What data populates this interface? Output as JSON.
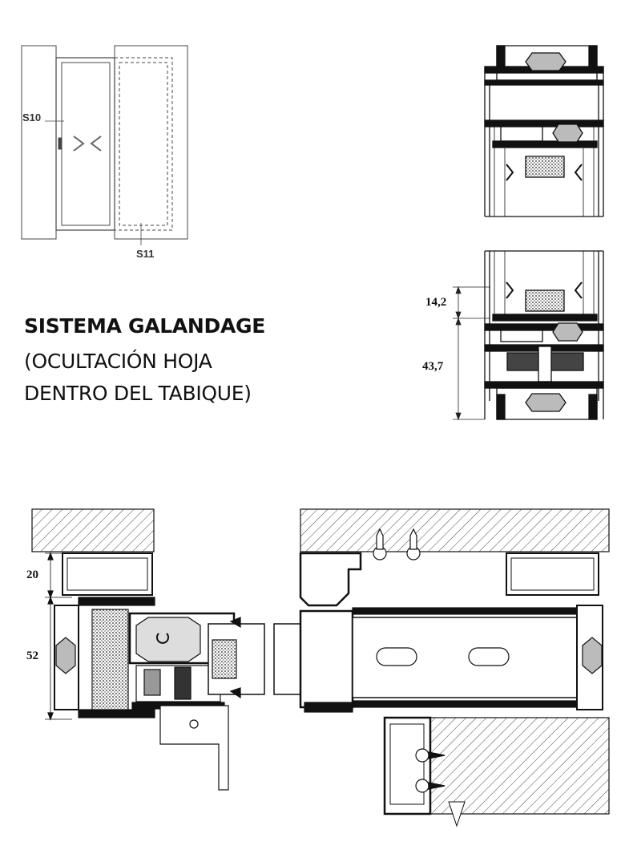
{
  "title": "SISTEMA GALANDAGE",
  "subtitle_line1": "(OCULTACIÓN HOJA",
  "subtitle_line2": "DENTRO DEL TABIQUE)",
  "labels": {
    "s10": "S10",
    "s11": "S11"
  },
  "dimensions": {
    "d_14_2": "14,2",
    "d_43_7": "43,7",
    "d_20": "20",
    "d_52": "52"
  },
  "colors": {
    "line": "#1a1a1a",
    "hatch": "#333333",
    "profile": "#111111"
  }
}
